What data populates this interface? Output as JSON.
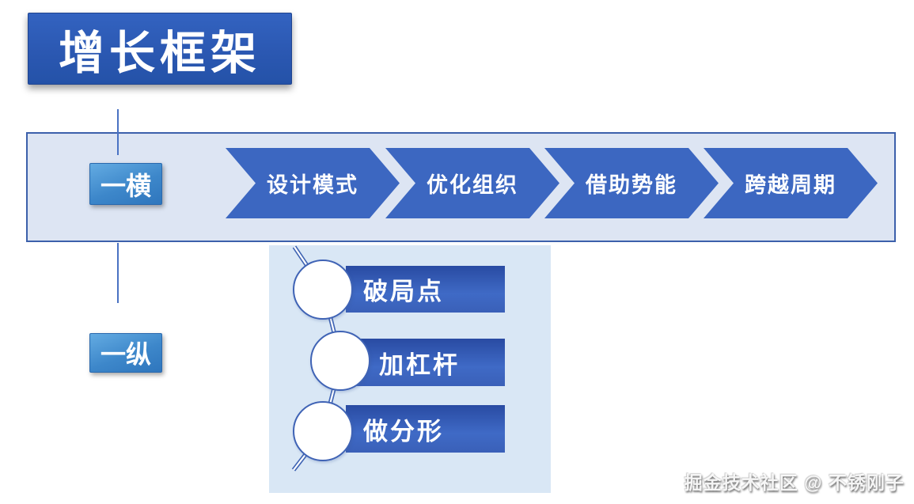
{
  "title": "增长框架",
  "horizontal": {
    "tag": "一横",
    "steps": [
      {
        "label": "设计模式"
      },
      {
        "label": "优化组织"
      },
      {
        "label": "借助势能"
      },
      {
        "label": "跨越周期"
      }
    ]
  },
  "vertical": {
    "tag": "一纵",
    "items": [
      {
        "label": "破局点"
      },
      {
        "label": "加杠杆"
      },
      {
        "label": "做分形"
      }
    ]
  },
  "watermark": "掘金技术社区 @ 不锈刚子",
  "colors": {
    "chevron_blue": "#3c67c1",
    "band_fill": "#dde5f3",
    "band_border": "#3c60ab",
    "panel_fill": "#d9e7f5",
    "title_gradient_top": "#3363c0",
    "title_gradient_bottom": "#2452a8",
    "tag_gradient_top": "#63abe2",
    "tag_gradient_bottom": "#2f76bd",
    "bar_gradient_top": "#294ba2",
    "bar_gradient_bottom": "#3a60b8",
    "connector_blue": "#4a72c3"
  }
}
